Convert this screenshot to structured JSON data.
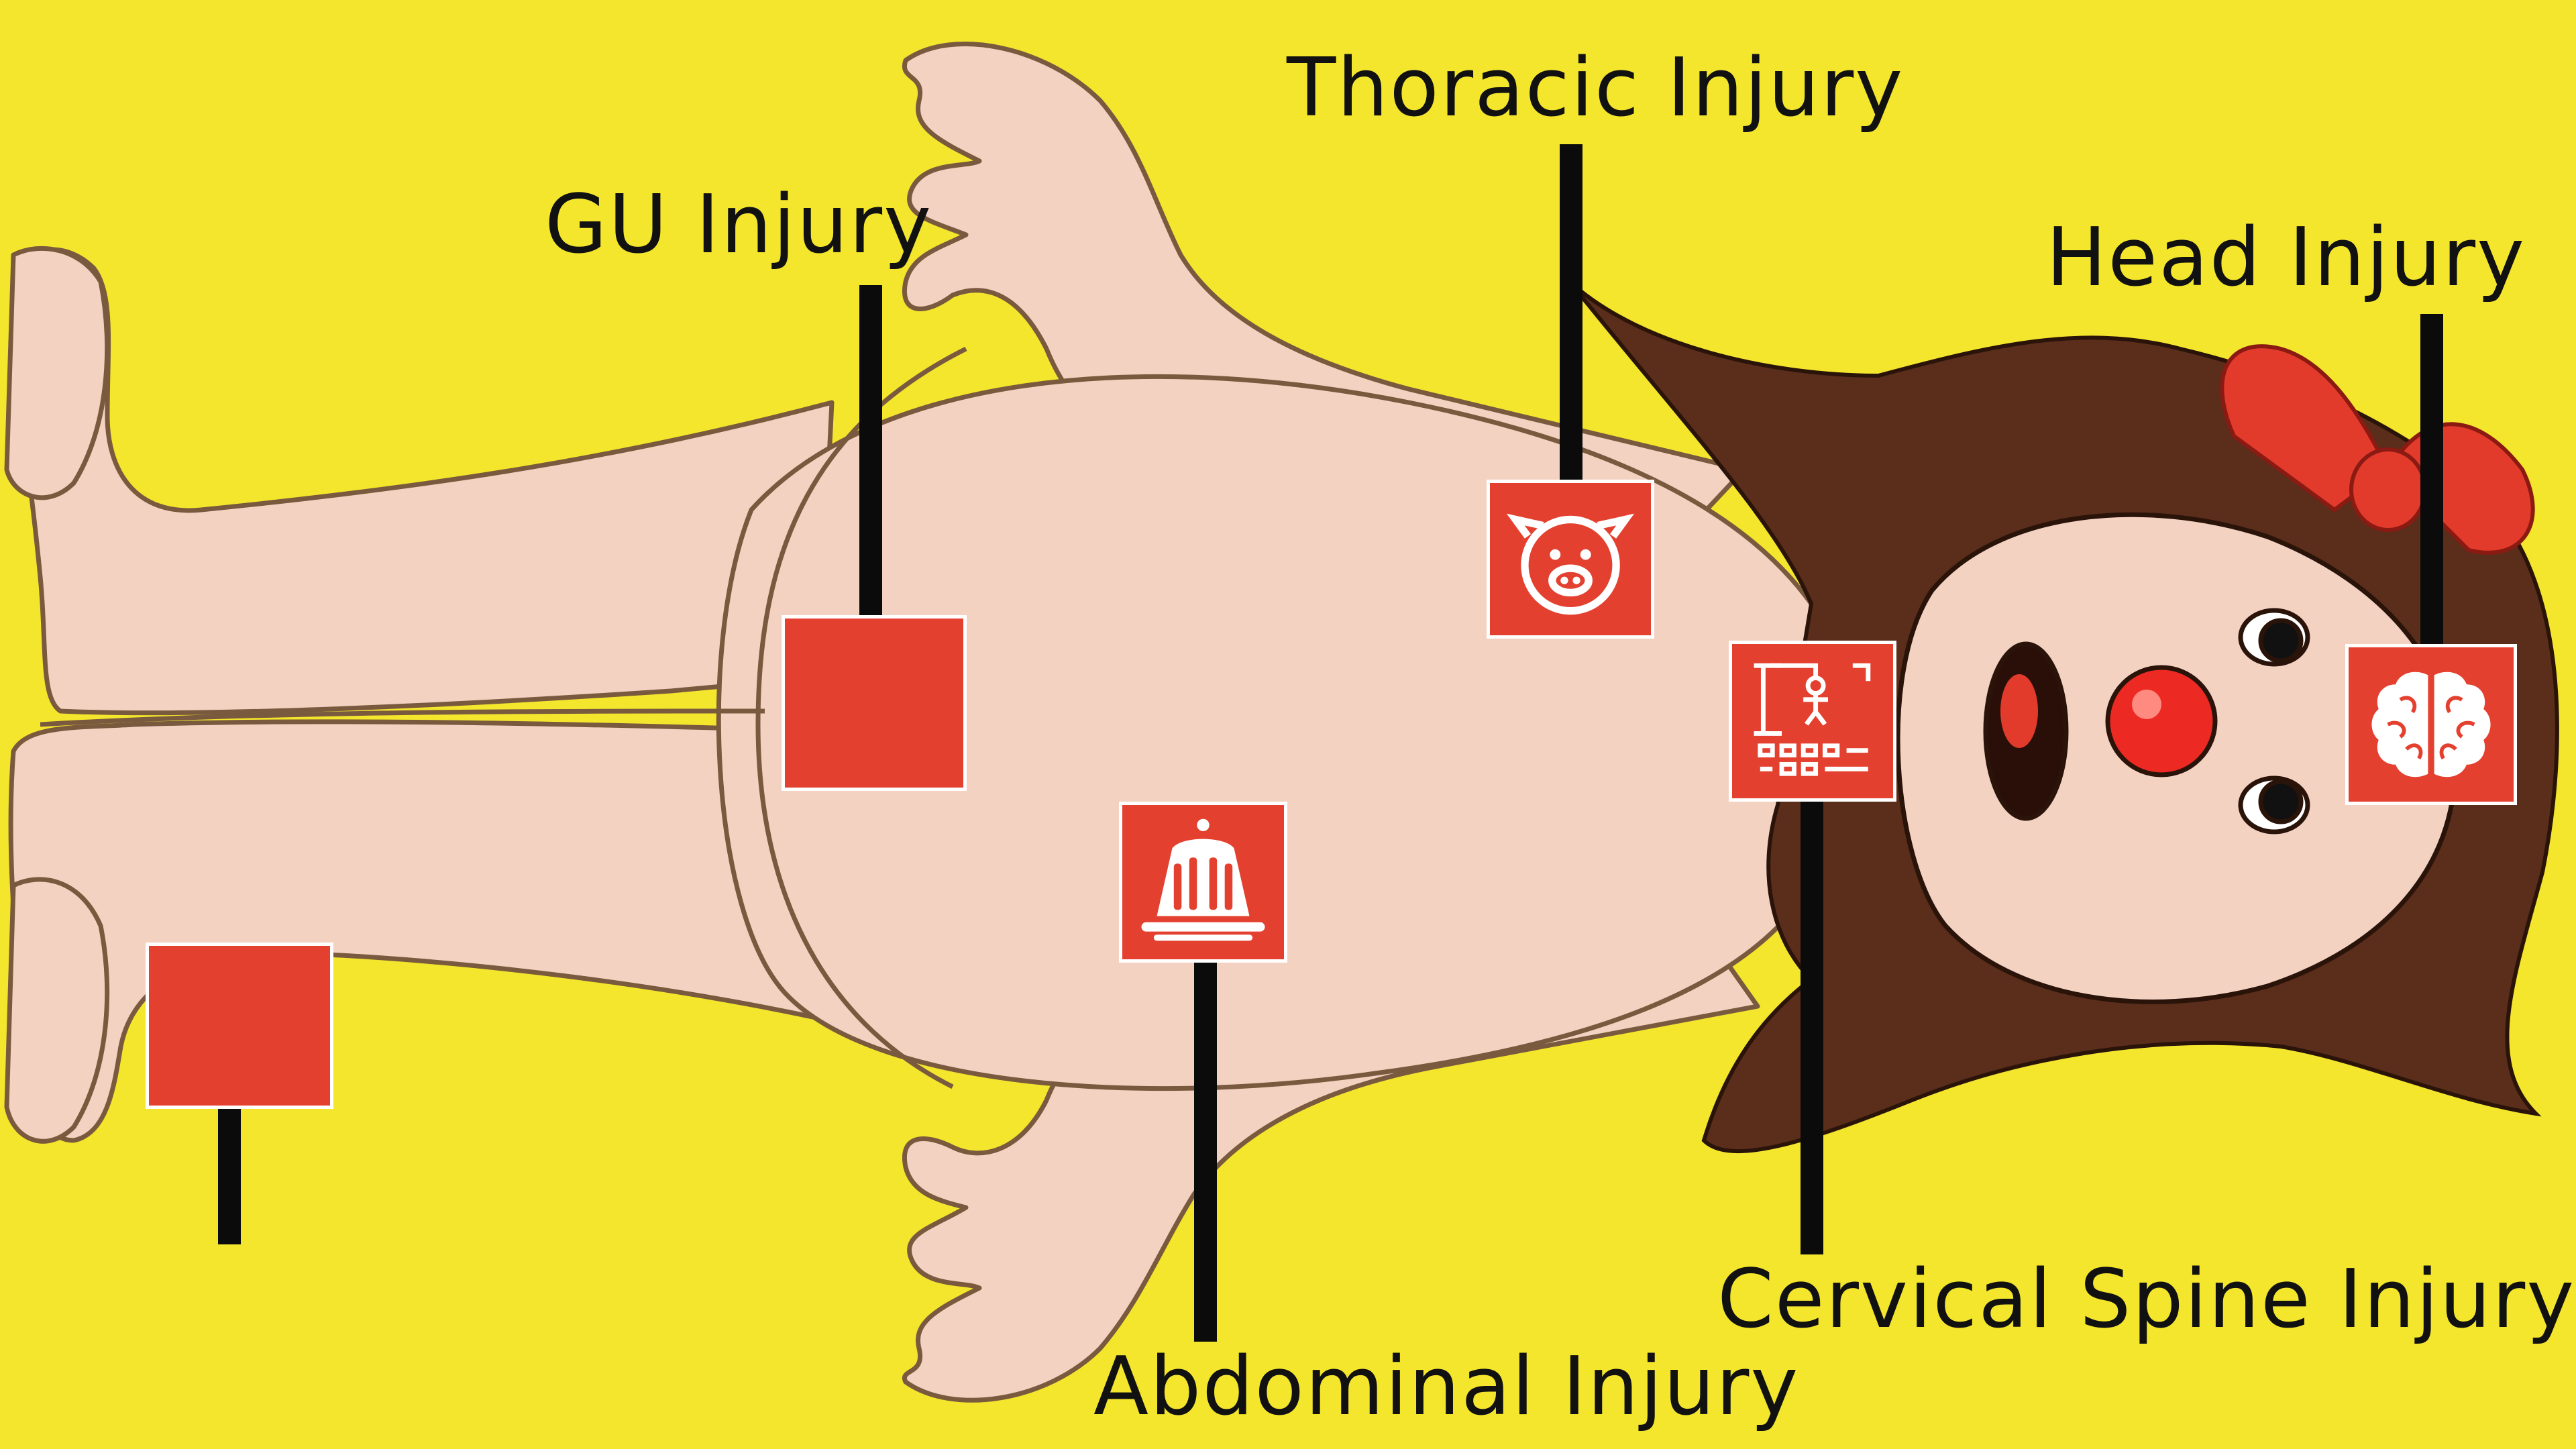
{
  "background_color": "#f4e62d",
  "marker_color": "#e4402f",
  "stem_color": "#0b0b0b",
  "labels": {
    "thoracic": "Thoracic Injury",
    "gu": "GU Injury",
    "head": "Head Injury",
    "cervical": "Cervical Spine Injury",
    "abdominal": "Abdominal Injury"
  },
  "markers": [
    {
      "name": "thoracic",
      "icon": "pig-face-icon"
    },
    {
      "name": "gu",
      "icon": "none"
    },
    {
      "name": "head",
      "icon": "brain-icon"
    },
    {
      "name": "cervical",
      "icon": "hangman-game-icon"
    },
    {
      "name": "abdominal",
      "icon": "jelly-dessert-icon"
    },
    {
      "name": "unlabeled",
      "icon": "none"
    }
  ]
}
